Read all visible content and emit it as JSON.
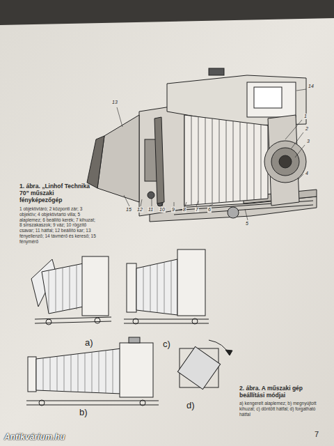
{
  "diagram": {
    "labels": [
      "1. ábra. „Linhof Technika 70” műszaki fényképezőgép",
      "1 objektívtáró; 2 központi zár; 3 objektív; 4 objektívtartó villa; 5 alaplemez; 6 beállító kerék; 7 kihuzat; 8 sínszakaszok; 9 váz; 10 rögzítő csavar; 11 hátfal; 12 beállító kar; 13 fényellenző; 14 távmérő és kereső; 15 fénymérő",
      "1",
      "2",
      "3",
      "4",
      "5",
      "6",
      "7",
      "8",
      "9",
      "10",
      "11",
      "12",
      "13",
      "14",
      "15",
      "a)",
      "b)",
      "c)",
      "d)",
      "2. ábra. A műszaki gép beállítási módjai",
      "a) kengerelt alaplemez; b) megnyújtott kihuzat; c) döntött hátfal; d) forgatható hátfal",
      "7",
      "Antikvárium.hu"
    ]
  }
}
